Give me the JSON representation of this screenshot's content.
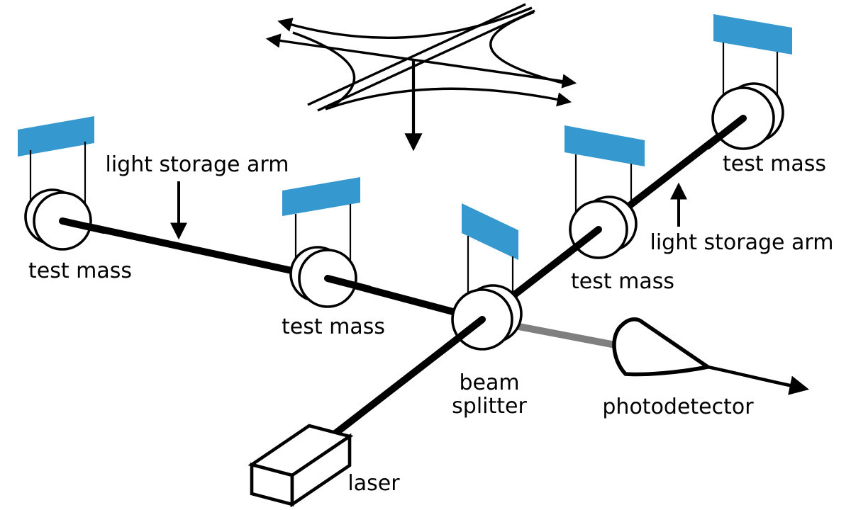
{
  "labels": {
    "test_mass_far_left": "test mass",
    "test_mass_mid_left": "test mass",
    "test_mass_mid_right": "test mass",
    "test_mass_far_right": "test mass",
    "light_storage_arm_left": "light storage arm",
    "light_storage_arm_right": "light storage arm",
    "beam_splitter_line1": "beam",
    "beam_splitter_line2": "splitter",
    "photodetector": "photodetector",
    "laser": "laser"
  },
  "colors": {
    "support_bar": "#3598CE",
    "beam": "#000000",
    "detection_beam": "#7F7F7F",
    "background": "#FFFFFF"
  }
}
